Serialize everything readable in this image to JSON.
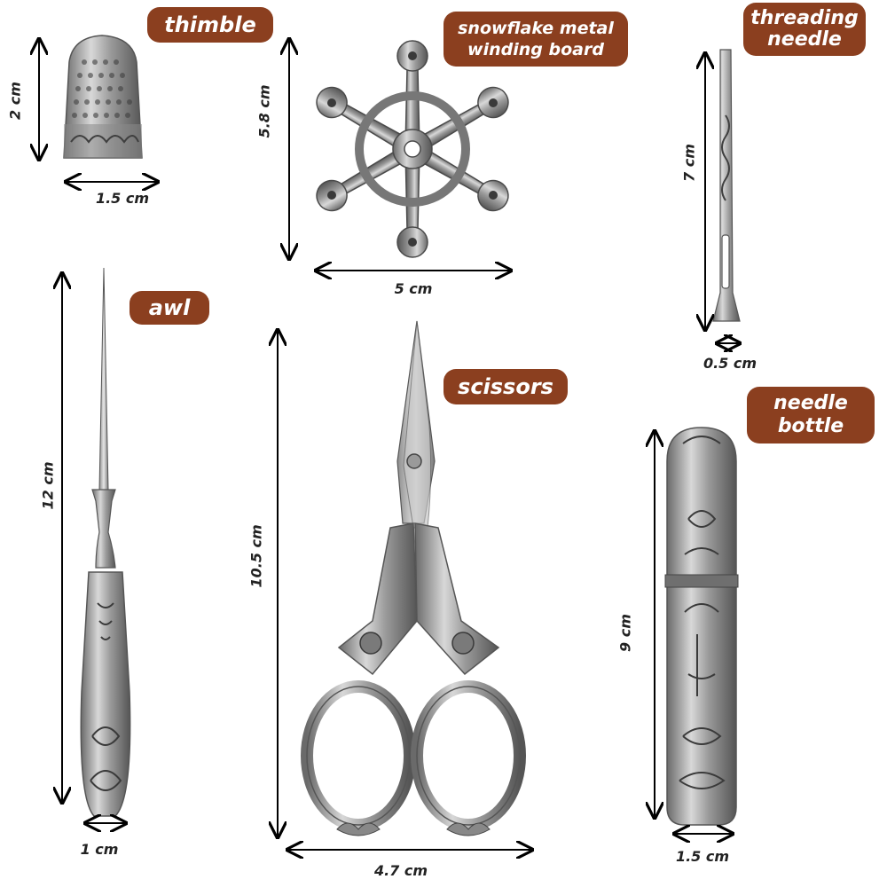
{
  "items": {
    "thimble": {
      "label": "thimble",
      "height": "2 cm",
      "width": "1.5 cm"
    },
    "snowflake": {
      "label": "snowflake metal\nwinding board",
      "height": "5.8 cm",
      "width": "5 cm"
    },
    "threading_needle": {
      "label": "threading\nneedle",
      "height": "7 cm",
      "width": "0.5 cm"
    },
    "awl": {
      "label": "awl",
      "height": "12 cm",
      "width": "1 cm"
    },
    "scissors": {
      "label": "scissors",
      "height": "10.5 cm",
      "width": "4.7 cm"
    },
    "needle_bottle": {
      "label": "needle\nbottle",
      "height": "9 cm",
      "width": "1.5 cm"
    }
  },
  "colors": {
    "label_bg": "#8b3f1f",
    "label_text": "#ffffff",
    "metal": "#9a9a9a",
    "metal_dark": "#5d5d5d",
    "arrow": "#000000"
  }
}
